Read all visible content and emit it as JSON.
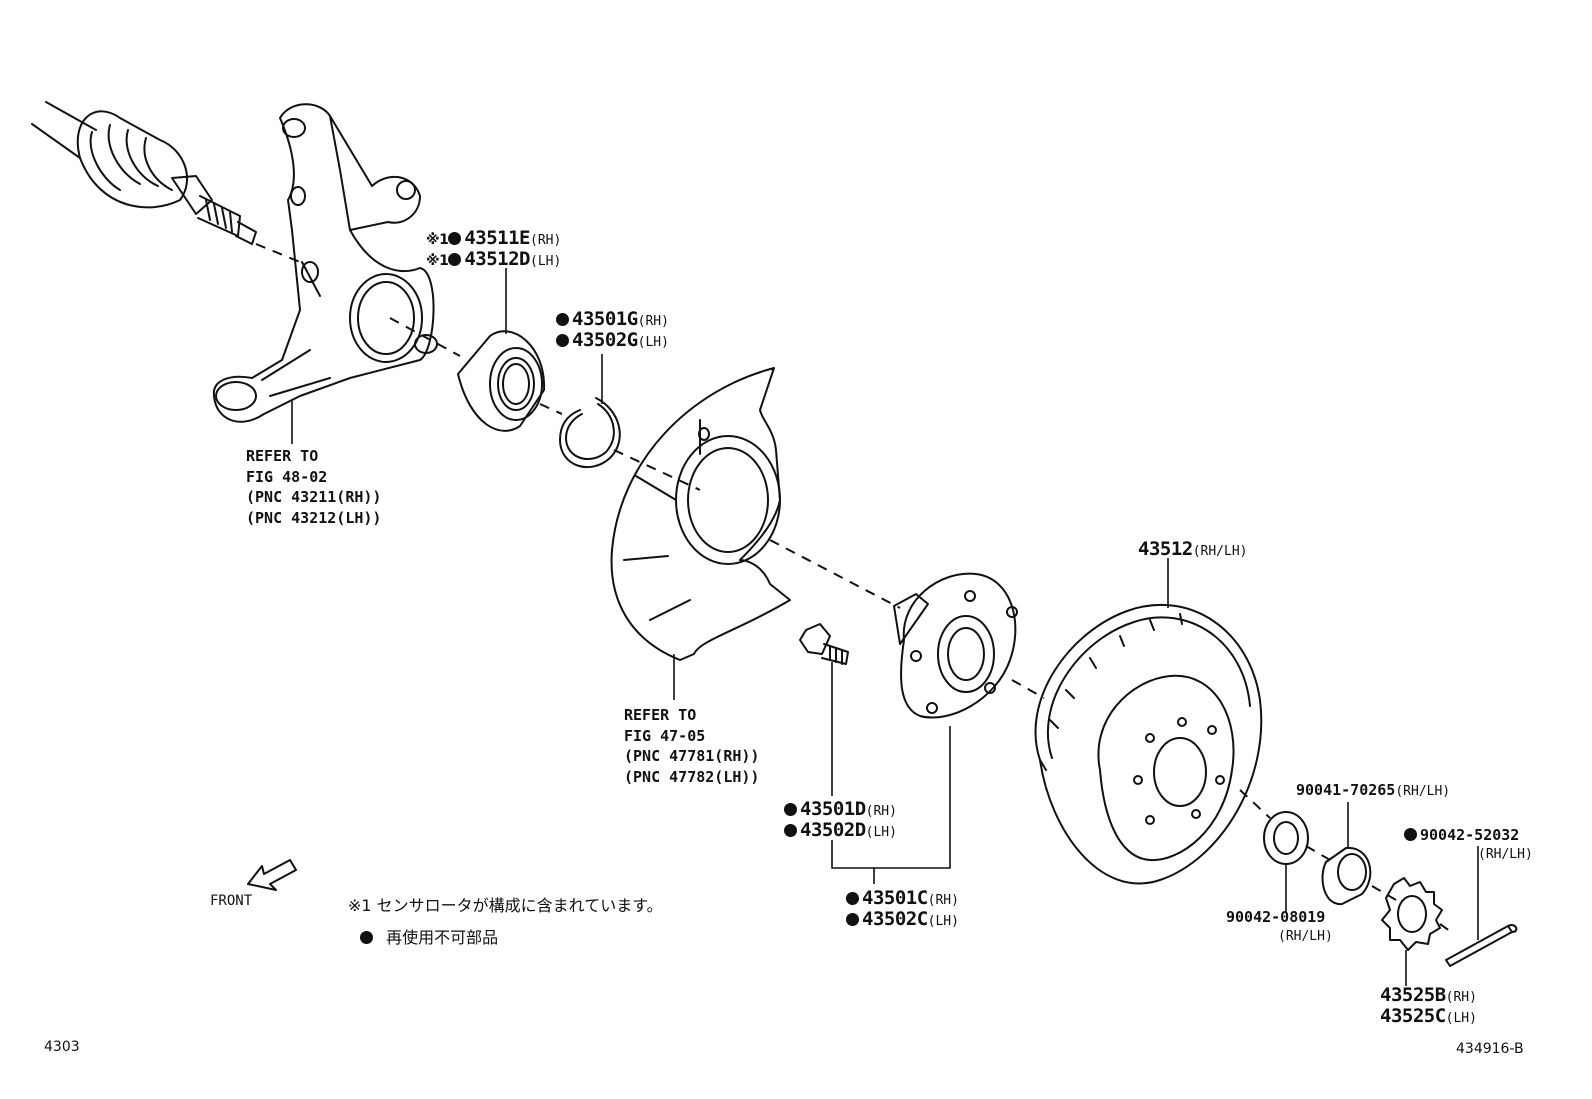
{
  "parts": {
    "p43511e": {
      "mark": "※1",
      "number": "43511E",
      "side": "(RH)"
    },
    "p43512d": {
      "mark": "※1",
      "number": "43512D",
      "side": "(LH)"
    },
    "p43501g": {
      "number": "43501G",
      "side": "(RH)"
    },
    "p43502g": {
      "number": "43502G",
      "side": "(LH)"
    },
    "p43512": {
      "number": "43512",
      "side": "(RH/LH)"
    },
    "p43501d": {
      "number": "43501D",
      "side": "(RH)"
    },
    "p43502d": {
      "number": "43502D",
      "side": "(LH)"
    },
    "p43501c": {
      "number": "43501C",
      "side": "(RH)"
    },
    "p43502c": {
      "number": "43502C",
      "side": "(LH)"
    },
    "p90041": {
      "number": "90041-70265",
      "side": "(RH/LH)"
    },
    "p90042a": {
      "number": "90042-52032",
      "side": "(RH/LH)"
    },
    "p90042b": {
      "number": "90042-08019",
      "side": "(RH/LH)"
    },
    "p43525b": {
      "number": "43525B",
      "side": "(RH)"
    },
    "p43525c": {
      "number": "43525C",
      "side": "(LH)"
    }
  },
  "refs": {
    "knuckle": [
      "REFER TO",
      "FIG 48-02",
      "(PNC 43211(RH))",
      "(PNC 43212(LH))"
    ],
    "dust_cover": [
      "REFER TO",
      "FIG 47-05",
      "(PNC 47781(RH))",
      "(PNC 47782(LH))"
    ]
  },
  "front_label": "FRONT",
  "legend": {
    "note1": "※1 センサロータが構成に含まれています。",
    "note2": "再使用不可部品"
  },
  "footer": {
    "left": "4303",
    "right": "434916-B"
  }
}
